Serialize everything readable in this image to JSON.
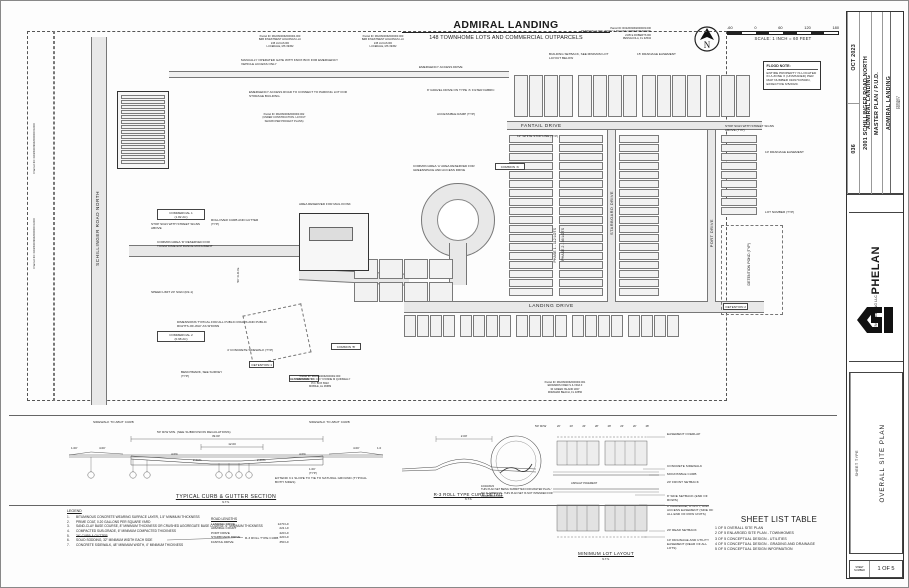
{
  "document": {
    "title": "ADMIRAL LANDING",
    "subtitle": "148 TOWNHOME LOTS AND COMMERCIAL OUTPARCELS"
  },
  "scale": {
    "ticks": [
      "-60",
      "0",
      "60",
      "120",
      "180"
    ],
    "label": "SCALE:  1 INCH  =  60 FEET",
    "north_label": "N"
  },
  "flood_note": {
    "heading": "FLOOD NOTE:",
    "body": "ENTIRE PROPERTY IS LOCATED IN A ZONE X (UNSHADED) PER MAP NUMBER 01097C0502N, EFFECTIVE 6/5/2020."
  },
  "title_block": {
    "project_label": "PROJECT",
    "project_value": "ADMIRAL LANDING",
    "phase_label": "PROJECT PHASE",
    "phase_value": "MASTER PLAN / P.U.D.",
    "address_label": "PROJECT ADDRESS",
    "address_value": "2001 SCHILLINGER ROAD NORTH",
    "date_label": "DATE",
    "date_value": "OCT 2023",
    "projnum_label": "PROJECT #",
    "projnum_value": "036",
    "firm_name": "PHELAN",
    "firm_suffix": "ENGINEERING LLC",
    "sheet_type_label": "SHEET TYPE",
    "sheet_type_value": "OVERALL SITE PLAN",
    "sheet_number_label": "SHEET NUMBER",
    "sheet_number_value": "1 OF 5"
  },
  "parcels": [
    {
      "id": "Parcel ID: R022603062000004.000",
      "owner": "B&B INVESTMENT HOLDINGS LLC",
      "addr1": "245 LUCAS RD",
      "addr2": "LUCEDALE, MS 39452"
    },
    {
      "id": "Parcel ID: R022603062000003.000",
      "owner": "B&B INVESTMENT HOLDINGS LLC",
      "addr1": "245 LUCAS RD",
      "addr2": "LUCEDALE, MS 39452"
    },
    {
      "id": "Parcel ID: R022603062000003.002",
      "owner": "(UNDER CONSTRUCTION. LAYOUT",
      "addr1": "SHOWN PER PROJECT PLANS)",
      "addr2": ""
    },
    {
      "id": "Parcel ID: R022603062000003.000",
      "owner": "PEARSON CLYDE HENRY & PAULINE GRIDER PEARSON",
      "addr1": "2105 E ROBERTS RD",
      "addr2": "PENSACOLA, FL 32534"
    },
    {
      "id": "Parcel ID: R022603062000002.000",
      "owner": "WESTERN PARK INC C/O YVONNE M QUINNELLY",
      "addr1": "P.O. BOX 8322",
      "addr2": "MOBILE, AL 36689"
    },
    {
      "id": "Parcel ID: R022603062000003.001",
      "owner": "EDWARDS FRED S & VIDA F",
      "addr1": "30 GREEN ISLAND WAY",
      "addr2": "MIRAMAR BEACH, FL 32550"
    }
  ],
  "map_notes": [
    "MANUALLY OPERATED GATE WITH KNOX BOX FOR EMERGENCY VEHICLE ACCESS ONLY",
    "EMERGENCY ACCESS ROAD TO CONNECT TO PARKING LOT FOR STORAGE BUILDING.",
    "BUILDING SETBACK, SEE MINIMUM LOT LAYOUT BELOW",
    "15' DRAINAGE EASEMENT",
    "EMERGENCY ACCESS DRIVE",
    "8' GRAVEL DRIVE ON TYPE 'A' FILTER FABRIC",
    "ACCESSIBLE RAMP (TYP)",
    "12\" WHITE STOP LINE (TYP)",
    "STOP SIGN WITH STREET SIGNS ABOVE (TYP)",
    "10' DRAINAGE EASEMENT",
    "LOT NUMBER (TYP)",
    "COMMON AREA 'A' AREA RESERVED FOR GREENSPACE AND ACCESS DRIVE",
    "AREA RESERVED FOR MAIL KIOSK",
    "ROLLOVER CURB AND GUTTER (TYP)",
    "STOP SIGN WITH STREET SIGNS ABOVE",
    "COMMON AREA 'D' RESERVED FOR TOWNHOME ENTRANCE MONUMENT",
    "SPEED LIMIT 20' SIGN (R2-1)",
    "DIMENSIONS TYPICAL FOR ALL PUBLIC ROADS AND PUBLIC RIGHTS-OF-WAY AS SHOWN",
    "4' CONCRETE SIDEWALK (TYP)",
    "BENCHMARK, SEE SURVEY (TYP)",
    "DETENTION POND (TYP)"
  ],
  "map_labels": {
    "streets": [
      "FANTAIL DRIVE",
      "LANDING DRIVE",
      "PORT DRIVE",
      "STARBOARD DRIVE",
      "SCHILLINGER ROAD NORTH",
      "DETENTION POND (TYP)"
    ],
    "phases": [
      "PHASE 1 - 112 LOTS",
      "PHASE 2 - 36 LOTS"
    ],
    "commercial": [
      {
        "name": "COMMERCIAL 1",
        "area": "(1.82 AC)"
      },
      {
        "name": "COMMERCIAL 2",
        "area": "(0.98 AC)"
      }
    ],
    "common_areas": [
      "COMMON 'A'",
      "COMMON 'B'",
      "COMMON 'C'",
      "COMMON 'D'"
    ],
    "detention": [
      "DETENTION 1",
      "DETENTION 2"
    ],
    "rightofway": "50' R.O.W."
  },
  "details": {
    "curb_section": {
      "title": "TYPICAL CURB & GUTTER SECTION",
      "nts": "N.T.S.",
      "dims": [
        "1.00'",
        "4.00'",
        "39.00'",
        "12.00'",
        "4.00'",
        "1.00'",
        "2.00%",
        "2.00%",
        "4.0%",
        "4.0%"
      ],
      "note": "EXTEND 3:1 SLOPE TO TIE TO NATURAL GROUND (TYPICAL BOTH SIDES)",
      "taper": "1.00' (TYP)",
      "label_left": "SIDEWALK TO ABUT CURB",
      "label_right": "SIDEWALK TO ABUT CURB",
      "rw_note": "50' R/W MIN. (SEE SUBDIVISION REGULATIONS)"
    },
    "roll_curb": {
      "title": "R-3 ROLL TYPE CURB DETAIL",
      "nts": "N.T.S."
    },
    "min_lot_layout": {
      "title": "MINIMUM LOT LAYOUT",
      "nts": "N.T.S.",
      "row_label": "50' R/W",
      "widths": [
        "20'",
        "20'",
        "20'",
        "28'",
        "28'",
        "20'",
        "20'",
        "28'"
      ],
      "callouts": [
        "EASEMENT OVERLAP",
        "CONCRETE SIDEWALK",
        "MOUNTABLE CURB",
        "20' FRONT SETBACK",
        "8' SIDE SETBACK (END OF ROWS)",
        "8' DRAINAGE, UTILITY, AND ACCESS EASEMENT (SIDE OF ALL END OF ROW UNITS)",
        "20' REAR SETBACK",
        "10' DRAINAGE AND UTILITY EASEMENT (REAR OF ALL LOTS)",
        "ASPHALT PAVEMENT"
      ]
    }
  },
  "legend": {
    "heading": "LEGEND",
    "items": [
      {
        "n": "1.",
        "text": "BITUMINOUS CONCRETE WEARING SURFACE LAYER, 1.5\" MINIMUM THICKNESS",
        "struck": false
      },
      {
        "n": "2.",
        "text": "PRIME COAT, 0.20 GALLONS PER SQUARE YARD",
        "struck": false
      },
      {
        "n": "3.",
        "text": "SAND-CLAY BASE COURSE, 8\" MINIMUM THICKNESS OR CRUSHED AGGREGATE BASE COURSE, 6\" MINIMUM THICKNESS",
        "struck": false
      },
      {
        "n": "4.",
        "text": "COMPACTED SUB-GRADE, 6\" MINIMUM COMPACTED THICKNESS",
        "struck": false
      },
      {
        "n": "5.",
        "text": "24\" CURB & GUTTER",
        "struck": true
      },
      {
        "n": "6.",
        "text": "SOLID SODDING, 32\" MINIMUM WIDTH EACH SIDE",
        "struck": false
      },
      {
        "n": "7.",
        "text": "CONCRETE SIDEWALK, 48\" MINIMUM WIDTH, 4\" MINIMUM THICKNESS",
        "struck": false
      }
    ],
    "callout": "R-3 ROLL TYPE CURB"
  },
  "road_lengths": {
    "heading": "ROAD LENGTHS",
    "rows": [
      {
        "name": "LANDING DRIVE",
        "value": "1270 LF"
      },
      {
        "name": "ADMIRAL COURT",
        "value": "221 LF"
      },
      {
        "name": "PORT DRIVE",
        "value": "420 LF"
      },
      {
        "name": "STARBOARD DRIVE",
        "value": "420 LF"
      },
      {
        "name": "FANTAIL DRIVE",
        "value": "350 LF"
      }
    ]
  },
  "seal": {
    "note": "THIS PLAN SET BEING SUBMITTED FOR MASTER PLAN / P.U.D. APPROVAL. THIS PLAN SET IS NOT INTENDED FOR CONSTRUCTION.",
    "date": "10/23/2023"
  },
  "sheet_list": {
    "title": "SHEET LIST TABLE",
    "rows": [
      {
        "num": "1 OF 5",
        "name": "OVERALL SITE PLAN"
      },
      {
        "num": "2 OF 5",
        "name": "ENLARGED SITE PLAN -  TOWNHOMES"
      },
      {
        "num": "3 OF 5",
        "name": "CONCEPTUAL DESIGN - UTILITIES"
      },
      {
        "num": "4 OF 5",
        "name": "CONCEPTUAL DESIGN - GRADING AND DRAINAGE"
      },
      {
        "num": "5 OF 5",
        "name": "CONCEPTUAL DESIGN INFORMATION"
      }
    ]
  },
  "colors": {
    "line": "#333333",
    "lot_fill": "#f2f2f2",
    "road_fill": "#e8e8e8",
    "paper": "#fdfdfd"
  }
}
